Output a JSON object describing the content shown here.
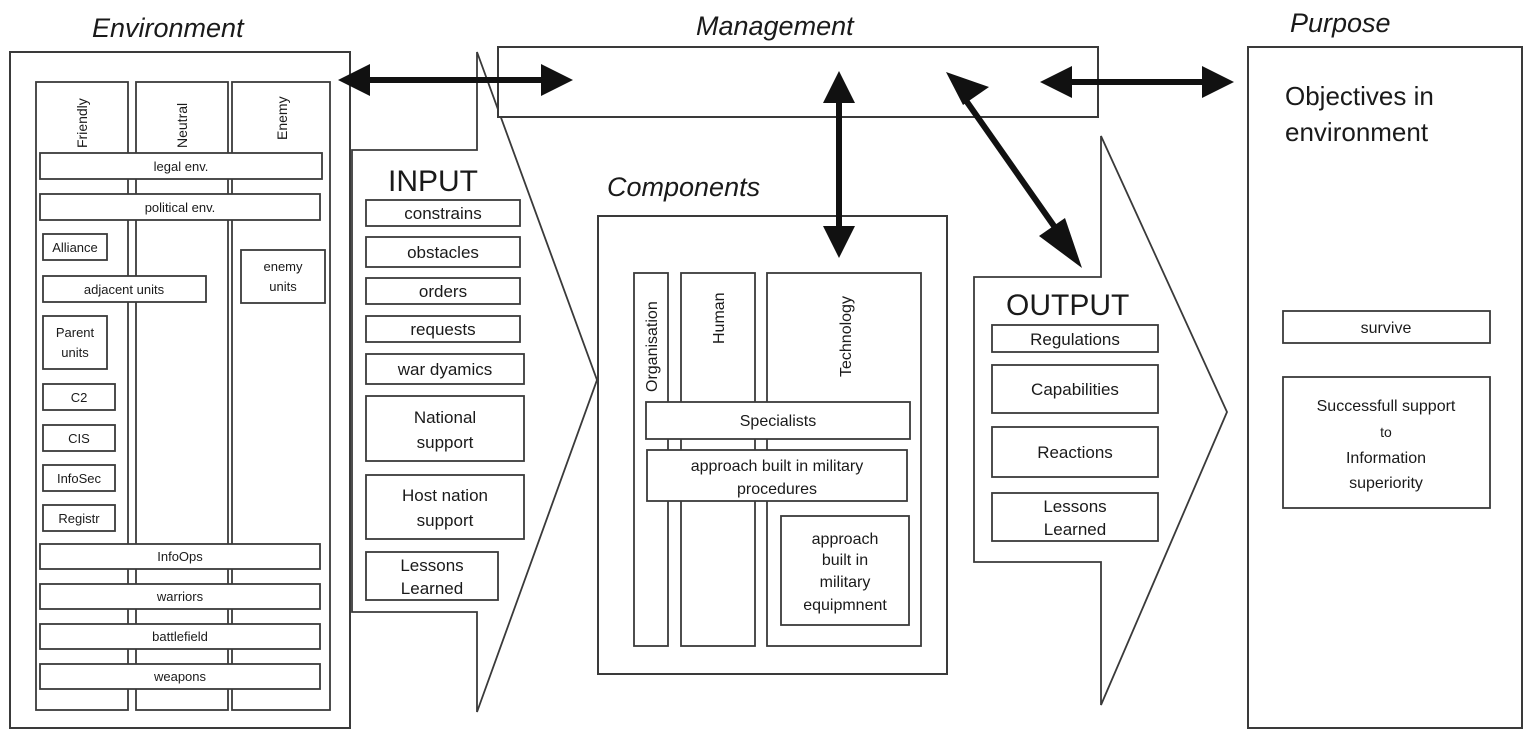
{
  "titles": {
    "environment": "Environment",
    "management": "Management",
    "purpose": "Purpose",
    "components": "Components"
  },
  "environment": {
    "columns": [
      "Friendly",
      "Neutral",
      "Enemy"
    ],
    "legal": "legal env.",
    "political": "political env.",
    "alliance": "Alliance",
    "adjacent": "adjacent units",
    "parent": [
      "Parent",
      "units"
    ],
    "enemy_units": [
      "enemy",
      "units"
    ],
    "c2": "C2",
    "cis": "CIS",
    "infosec": "InfoSec",
    "registr": "Registr",
    "infoops": "InfoOps",
    "warriors": "warriors",
    "battlefield": "battlefield",
    "weapons": "weapons"
  },
  "input": {
    "heading": "INPUT",
    "items": [
      "constrains",
      "obstacles",
      "orders",
      "requests",
      "war dyamics"
    ],
    "national": [
      "National",
      "support"
    ],
    "host": [
      "Host nation",
      "support"
    ],
    "lessons": [
      "Lessons",
      "Learned"
    ]
  },
  "components": {
    "columns": [
      "Organisation",
      "Human",
      "Technology"
    ],
    "specialists": "Specialists",
    "procedures": [
      "approach built in military",
      "procedures"
    ],
    "equipment": [
      "approach",
      "built in",
      "military",
      "equipmnent"
    ]
  },
  "output": {
    "heading": "OUTPUT",
    "regulations": "Regulations",
    "capabilities": "Capabilities",
    "reactions": "Reactions",
    "lessons": [
      "Lessons",
      "Learned"
    ]
  },
  "purpose": {
    "objectives": [
      "Objectives in",
      "environment"
    ],
    "survive": "survive",
    "support": [
      "Successfull support",
      "to",
      "Information",
      "superiority"
    ]
  }
}
